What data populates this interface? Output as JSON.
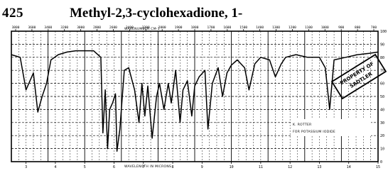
{
  "header": {
    "spectrum_number": "425",
    "compound_name": "Methyl-2,3-cyclohexadione, 1-"
  },
  "chart_data": {
    "type": "line",
    "title": "Methyl-2,3-cyclohexadione, 1-",
    "xlabel": "WAVELENGTH IN MICRONS",
    "x2label": "WAVENUMBER CM-1",
    "ylabel": "",
    "x_unit": "microns",
    "xlim": [
      2.5,
      15.0
    ],
    "ylim": [
      0,
      100
    ],
    "grid": true,
    "series": [
      {
        "x": [
          2.5,
          2.8,
          3.0,
          3.25,
          3.4,
          3.55,
          3.7,
          3.85,
          4.1,
          4.4,
          4.7,
          5.0,
          5.3,
          5.55,
          5.62,
          5.7,
          5.78,
          5.85,
          5.95,
          6.05,
          6.1,
          6.2,
          6.35,
          6.5,
          6.7,
          6.85,
          6.95,
          7.05,
          7.15,
          7.3,
          7.45,
          7.55,
          7.7,
          7.85,
          7.95,
          8.1,
          8.25,
          8.35,
          8.5,
          8.65,
          8.75,
          8.9,
          9.1,
          9.2,
          9.35,
          9.55,
          9.7,
          9.85,
          10.0,
          10.2,
          10.45,
          10.6,
          10.8,
          11.0,
          11.3,
          11.5,
          11.7,
          11.85,
          12.2,
          12.6,
          13.0,
          13.2,
          13.35,
          13.5,
          13.9,
          14.3,
          14.7,
          15.0
        ],
        "y": [
          82,
          80,
          55,
          68,
          38,
          50,
          60,
          78,
          82,
          84,
          85,
          85,
          85,
          80,
          22,
          55,
          10,
          40,
          45,
          52,
          8,
          25,
          70,
          72,
          55,
          30,
          60,
          35,
          58,
          18,
          50,
          60,
          40,
          60,
          45,
          70,
          30,
          55,
          62,
          35,
          58,
          65,
          70,
          25,
          60,
          72,
          50,
          68,
          74,
          78,
          72,
          55,
          75,
          80,
          78,
          65,
          75,
          80,
          82,
          80,
          80,
          72,
          40,
          78,
          80,
          82,
          83,
          84
        ]
      }
    ]
  },
  "axis": {
    "top_ticks": [
      "3800",
      "3600",
      "3400",
      "3200",
      "3000",
      "2800",
      "2600",
      "2400",
      "2200",
      "2000",
      "1900",
      "1800",
      "1700",
      "1600",
      "1500",
      "1400",
      "1300",
      "1200",
      "1100",
      "1000",
      "900",
      "800",
      "700"
    ],
    "right_ticks": [
      "0",
      "10",
      "20",
      "30",
      "40",
      "50",
      "60",
      "70",
      "80",
      "90",
      "100"
    ],
    "bottom_ticks": [
      "3",
      "4",
      "5",
      "6",
      "7",
      "8",
      "9",
      "10",
      "11",
      "12",
      "13",
      "14",
      "15"
    ]
  },
  "stamp": {
    "line1": "PROPERTY OF",
    "line2": "SADTLER"
  },
  "annotation": {
    "line1": "K. ROTTER",
    "line2": "FOR POTASSIUM IODIDE"
  }
}
